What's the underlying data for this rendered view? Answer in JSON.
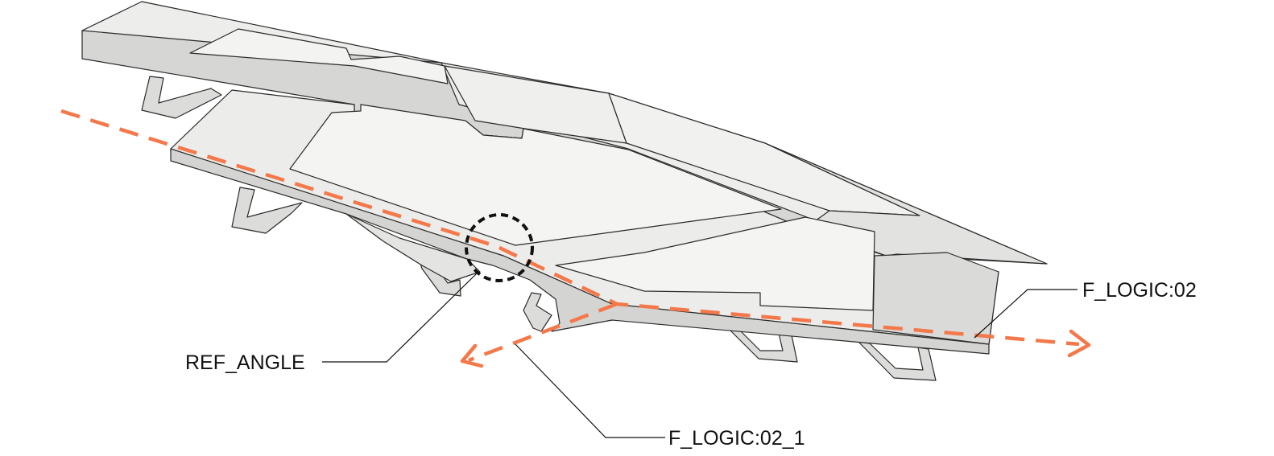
{
  "labels": {
    "f_logic_02": "F_LOGIC:02",
    "ref_angle": "REF_ANGLE",
    "f_logic_02_1": "F_LOGIC:02_1"
  },
  "colors": {
    "flow_arrow": "#F4784A",
    "mass_face": "#EDEDEB",
    "mass_side": "#D9D9D7",
    "outline": "#2A2A2A",
    "angle_marker": "#111111"
  }
}
